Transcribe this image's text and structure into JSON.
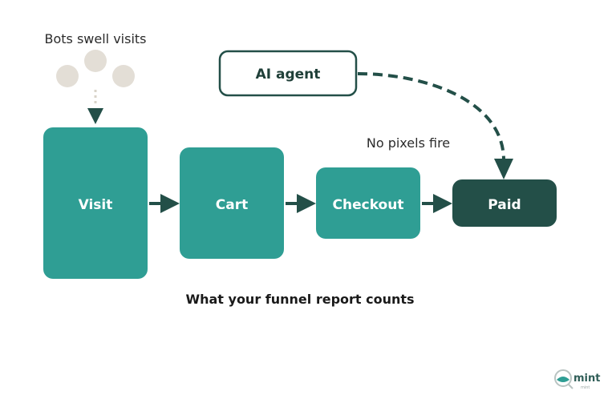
{
  "diagram": {
    "bots_note": "Bots swell visits",
    "pixels_note": "No pixels fire",
    "agent_label": "AI agent",
    "caption": "What your funnel report counts",
    "stages": [
      {
        "label": "Visit"
      },
      {
        "label": "Cart"
      },
      {
        "label": "Checkout"
      },
      {
        "label": "Paid"
      }
    ]
  },
  "logo": {
    "text": "mint",
    "sub": "mint"
  },
  "colors": {
    "teal": "#2f9e94",
    "dark_green": "#234f48",
    "bot_circle": "#e3ded6",
    "bot_dotted": "#d8d3c9",
    "agent_border": "#234f48"
  }
}
